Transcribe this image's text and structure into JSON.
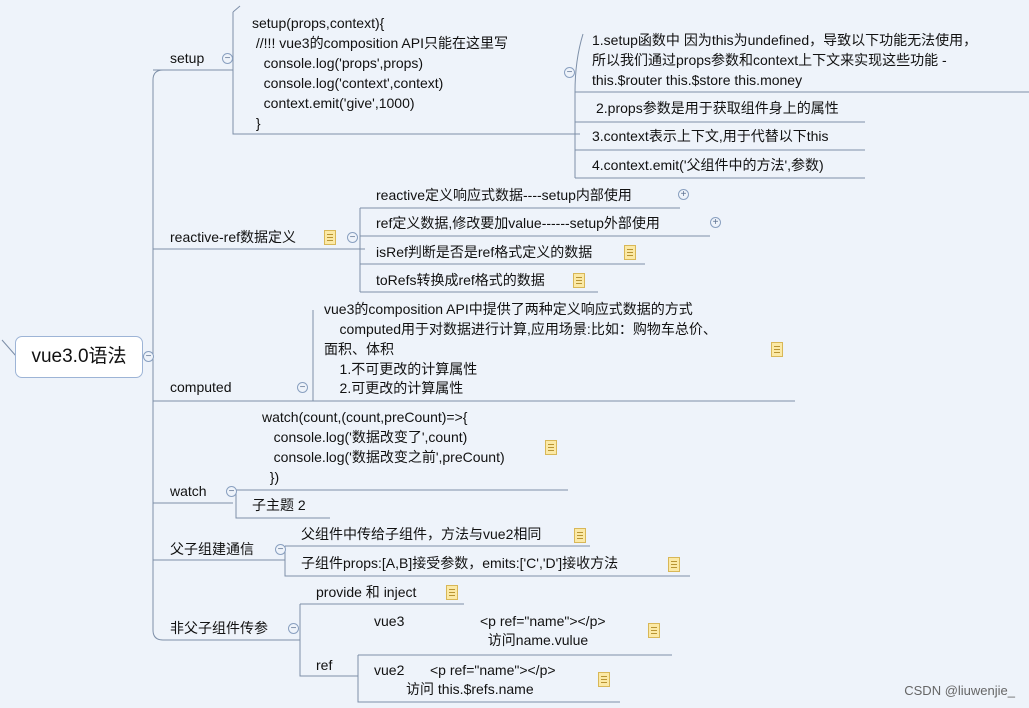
{
  "root": "vue3.0语法",
  "setup": {
    "label": "setup",
    "code": [
      "setup(props,context){",
      " //!!! vue3的composition API只能在这里写",
      "   console.log('props',props)",
      "   console.log('context',context)",
      "   context.emit('give',1000)",
      " }"
    ],
    "note1": [
      "1.setup函数中  因为this为undefined，导致以下功能无法使用，",
      "所以我们通过props参数和context上下文来实现这些功能     -",
      "this.$router this.$store   this.money"
    ],
    "note2": "2.props参数是用于获取组件身上的属性",
    "note3": "3.context表示上下文,用于代替以下this",
    "note4": "4.context.emit('父组件中的方法',参数)"
  },
  "reactive_ref": {
    "label": "reactive-ref数据定义",
    "items": [
      "reactive定义响应式数据----setup内部使用",
      "ref定义数据,修改要加value------setup外部使用",
      "isRef判断是否是ref格式定义的数据",
      "toRefs转换成ref格式的数据"
    ]
  },
  "computed": {
    "label": "computed",
    "lines": [
      "vue3的composition API中提供了两种定义响应式数据的方式",
      "    computed用于对数据进行计算,应用场景:比如：购物车总价、",
      "面积、体积",
      "    1.不可更改的计算属性",
      "    2.可更改的计算属性"
    ]
  },
  "watch": {
    "label": "watch",
    "code": [
      "watch(count,(count,preCount)=>{",
      "   console.log('数据改变了',count)",
      "   console.log('数据改变之前',preCount)",
      "  })"
    ],
    "sub": "子主题 2"
  },
  "parent_child": {
    "label": "父子组建通信",
    "items": [
      "父组件中传给子组件，方法与vue2相同",
      "子组件props:[A,B]接受参数，emits:['C','D']接收方法"
    ]
  },
  "non_parent": {
    "label": "非父子组件传参",
    "provide": "provide 和 inject",
    "ref": "ref",
    "vue3": "vue3",
    "vue3_code": [
      "<p ref=\"name\"></p>",
      "  访问name.vulue"
    ],
    "vue2": "vue2",
    "vue2_code": [
      "<p ref=\"name\"></p>",
      "访问 this.$refs.name"
    ]
  },
  "watermark": "CSDN @liuwenjie_"
}
